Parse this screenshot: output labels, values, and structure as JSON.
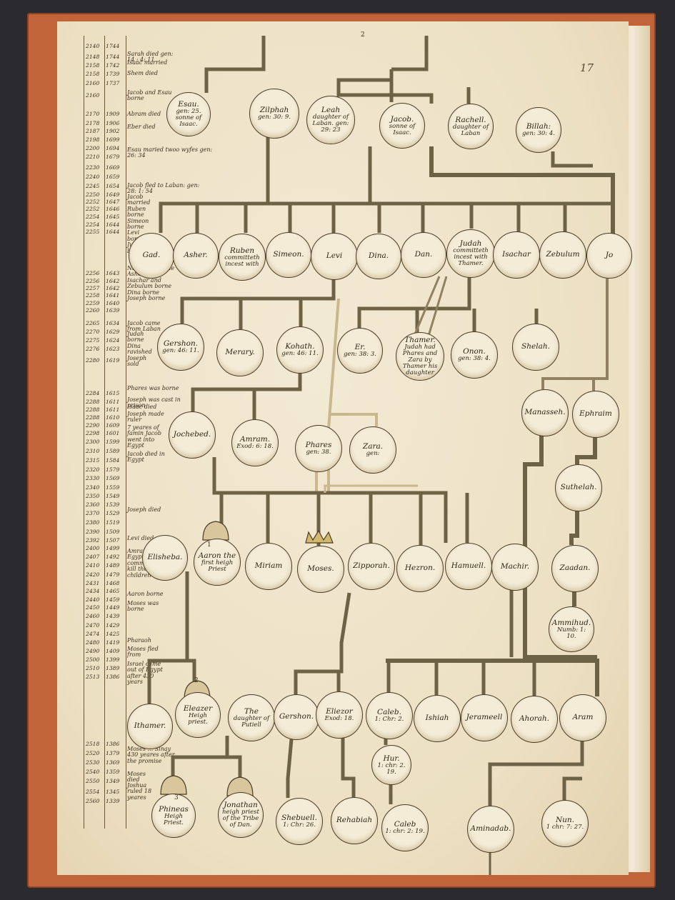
{
  "folio": "17",
  "stamp": "",
  "marks": {
    "top_mark": "2",
    "mitre_1": "1",
    "mitre_2": "2",
    "mitre_3": "3"
  },
  "chronology": [
    [
      "2140",
      "1744"
    ],
    [
      "2148",
      "1744"
    ],
    [
      "2158",
      "1742"
    ],
    [
      "2158",
      "1739"
    ],
    [
      "2160",
      "1737"
    ],
    [
      "2160",
      ""
    ],
    [
      "2170",
      "1909"
    ],
    [
      "2178",
      "1906"
    ],
    [
      "2187",
      "1902"
    ],
    [
      "2198",
      "1699"
    ],
    [
      "2200",
      "1694"
    ],
    [
      "2210",
      "1679"
    ],
    [
      "2230",
      "1669"
    ],
    [
      "2240",
      "1659"
    ],
    [
      "2245",
      "1654"
    ],
    [
      "2250",
      "1649"
    ],
    [
      "2252",
      "1647"
    ],
    [
      "2252",
      "1646"
    ],
    [
      "2254",
      "1645"
    ],
    [
      "2254",
      "1644"
    ],
    [
      "2255",
      "1644"
    ],
    [
      "2256",
      "1643"
    ],
    [
      "2256",
      "1642"
    ],
    [
      "2257",
      "1642"
    ],
    [
      "2258",
      "1641"
    ],
    [
      "2259",
      "1640"
    ],
    [
      "2260",
      "1639"
    ],
    [
      "2265",
      "1634"
    ],
    [
      "2270",
      "1629"
    ],
    [
      "2275",
      "1624"
    ],
    [
      "2276",
      "1623"
    ],
    [
      "2280",
      "1619"
    ],
    [
      "2284",
      "1615"
    ],
    [
      "2288",
      "1611"
    ],
    [
      "2288",
      "1611"
    ],
    [
      "2288",
      "1610"
    ],
    [
      "2290",
      "1609"
    ],
    [
      "2298",
      "1601"
    ],
    [
      "2300",
      "1599"
    ],
    [
      "2310",
      "1589"
    ],
    [
      "2315",
      "1584"
    ],
    [
      "2320",
      "1579"
    ],
    [
      "2330",
      "1569"
    ],
    [
      "2340",
      "1559"
    ],
    [
      "2350",
      "1549"
    ],
    [
      "2360",
      "1539"
    ],
    [
      "2370",
      "1529"
    ],
    [
      "2380",
      "1519"
    ],
    [
      "2390",
      "1509"
    ],
    [
      "2392",
      "1507"
    ],
    [
      "2400",
      "1499"
    ],
    [
      "2407",
      "1492"
    ],
    [
      "2410",
      "1489"
    ],
    [
      "2420",
      "1479"
    ],
    [
      "2431",
      "1468"
    ],
    [
      "2434",
      "1465"
    ],
    [
      "2440",
      "1459"
    ],
    [
      "2450",
      "1449"
    ],
    [
      "2460",
      "1439"
    ],
    [
      "2470",
      "1429"
    ],
    [
      "2474",
      "1425"
    ],
    [
      "2480",
      "1419"
    ],
    [
      "2490",
      "1409"
    ],
    [
      "2500",
      "1399"
    ],
    [
      "2510",
      "1389"
    ],
    [
      "2513",
      "1386"
    ],
    [
      "2518",
      "1386"
    ],
    [
      "2520",
      "1379"
    ],
    [
      "2530",
      "1369"
    ],
    [
      "2540",
      "1359"
    ],
    [
      "2550",
      "1349"
    ],
    [
      "2554",
      "1345"
    ],
    [
      "2560",
      "1339"
    ]
  ],
  "notes": [
    "Sarah died gen: 14 : 4: 11",
    "Isaac married",
    "Shem died",
    "Jacob and Esau borne",
    "Abram died",
    "Eber died",
    "Esau maried twoo wyfes gen: 26: 34",
    "Jacob fled to Laban: gen: 28: 1: 54",
    "Jacob married Ruben borne Simeon borne Levi borne Judah borne",
    "Naphtalie borne Asher borne Isachar and Zebulum borne Dina borne Joseph borne",
    "Jacob came from Laban",
    "Judah borne Dina ravished Joseph sold",
    "Phares was borne",
    "Joseph was cast in prison",
    "Isaac died",
    "Joseph made ruler",
    "7 yeares of famin Jacob went into Egypt",
    "Jacob died in Egypt",
    "Joseph died",
    "Levi died",
    "Amram ... Egypt commanded to kill the male children",
    "Aaron borne",
    "Moses was borne",
    "Pharaoh",
    "Moses fled from",
    "Israel came out of Egypt after 430 years",
    "Moses ... Sinay 430 yeares after the promise",
    "Moses died",
    "Joshua ruled 18 yeares"
  ],
  "nodes": {
    "esau": {
      "name": "Esau.",
      "sub": "gen: 25. sonne of Isaac."
    },
    "zilphah": {
      "name": "Zilphah",
      "sub": "gen: 30: 9."
    },
    "leah": {
      "name": "Leah",
      "sub": "daughter of Laban. gen: 29: 23"
    },
    "jacob": {
      "name": "Jacob.",
      "sub": "sonne of Isaac."
    },
    "rachell": {
      "name": "Rachell.",
      "sub": "daughter of Laban"
    },
    "billah": {
      "name": "Billah:",
      "sub": "gen: 30: 4."
    },
    "gad": {
      "name": "Gad.",
      "sub": ""
    },
    "asher": {
      "name": "Asher.",
      "sub": ""
    },
    "ruben": {
      "name": "Ruben",
      "sub": "committeth incest with"
    },
    "simeon": {
      "name": "Simeon.",
      "sub": ""
    },
    "levi": {
      "name": "Levi",
      "sub": ""
    },
    "dina": {
      "name": "Dina.",
      "sub": ""
    },
    "dan": {
      "name": "Dan.",
      "sub": ""
    },
    "judah": {
      "name": "Judah",
      "sub": "committeth incest with Thamer."
    },
    "isachar": {
      "name": "Isachar",
      "sub": ""
    },
    "zebulum": {
      "name": "Zebulum",
      "sub": ""
    },
    "joseph": {
      "name": "Jo",
      "sub": ""
    },
    "gershon1": {
      "name": "Gershon.",
      "sub": "gen: 46: 11."
    },
    "merary": {
      "name": "Merary.",
      "sub": ""
    },
    "kohath": {
      "name": "Kohath.",
      "sub": "gen: 46: 11."
    },
    "er": {
      "name": "Er.",
      "sub": "gen: 38: 3."
    },
    "thamer1": {
      "name": "Thamer.",
      "sub": "Judah had Phares and Zara by Thamer his daughter"
    },
    "onon": {
      "name": "Onon.",
      "sub": "gen: 38: 4."
    },
    "shelah": {
      "name": "Shelah.",
      "sub": ""
    },
    "manasseh": {
      "name": "Manasseh.",
      "sub": ""
    },
    "ephraim": {
      "name": "Ephraim",
      "sub": ""
    },
    "jochebed": {
      "name": "Jochebed.",
      "sub": ""
    },
    "amram": {
      "name": "Amram.",
      "sub": "Exod: 6: 18."
    },
    "phares": {
      "name": "Phares",
      "sub": "gen: 38."
    },
    "zara": {
      "name": "Zara.",
      "sub": "gen:"
    },
    "suthelah": {
      "name": "Suthelah.",
      "sub": ""
    },
    "elisheba": {
      "name": "Elisheba.",
      "sub": ""
    },
    "aaron": {
      "name": "Aaron the",
      "sub": "first heigh Priest"
    },
    "miriam": {
      "name": "Miriam",
      "sub": ""
    },
    "moses": {
      "name": "Moses.",
      "sub": ""
    },
    "zipporah": {
      "name": "Zipporah.",
      "sub": ""
    },
    "hezron": {
      "name": "Hezron.",
      "sub": ""
    },
    "hamuell": {
      "name": "Hamuell.",
      "sub": ""
    },
    "machir": {
      "name": "Machir.",
      "sub": ""
    },
    "zaadan": {
      "name": "Zaadan.",
      "sub": ""
    },
    "ammihud": {
      "name": "Ammihud.",
      "sub": "Numb: 1: 10."
    },
    "thamer2": {
      "name": "Ithamer.",
      "sub": ""
    },
    "eleazer": {
      "name": "Eleazer",
      "sub": "Heigh priest."
    },
    "daughter": {
      "name": "The",
      "sub": "daughter of Putiell"
    },
    "gershon2": {
      "name": "Gershon.",
      "sub": ""
    },
    "eliezor": {
      "name": "Eliezor",
      "sub": "Exod: 18."
    },
    "caleb": {
      "name": "Caleb.",
      "sub": "1: Chr: 2."
    },
    "ishiah": {
      "name": "Ishiah",
      "sub": ""
    },
    "jerameell": {
      "name": "Jerameell",
      "sub": ""
    },
    "ahorah": {
      "name": "Ahorah.",
      "sub": ""
    },
    "aram": {
      "name": "Aram",
      "sub": ""
    },
    "hur": {
      "name": "Hur.",
      "sub": "1: chr: 2. 19."
    },
    "phineas": {
      "name": "Phineas",
      "sub": "Heigh Priest."
    },
    "jonathan": {
      "name": "Jonathan",
      "sub": "heigh priest of the Tribe of Dan."
    },
    "shebuell": {
      "name": "Shebuell.",
      "sub": "1: Chr: 26."
    },
    "rehabiah": {
      "name": "Rehabiah",
      "sub": ""
    },
    "caleb2": {
      "name": "Caleb",
      "sub": "1: chr: 2: 19."
    },
    "aminadab": {
      "name": "Aminadab.",
      "sub": ""
    },
    "nun": {
      "name": "Nun.",
      "sub": "1 chr: 7: 27."
    }
  }
}
